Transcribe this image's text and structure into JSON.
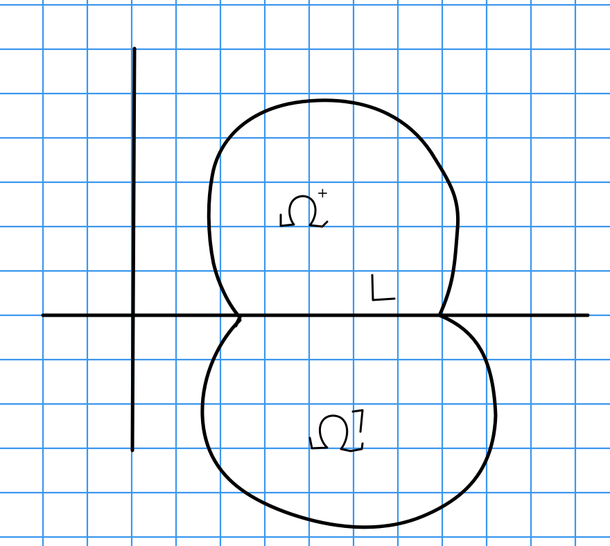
{
  "diagram": {
    "labels": {
      "omega_plus": "Ω",
      "omega_plus_sup": "+",
      "omega_minus": "Ω",
      "omega_minus_sup": "−",
      "contour": "L"
    },
    "colors": {
      "grid": "#3b97ee",
      "ink": "#000000",
      "paper": "#ffffff"
    }
  }
}
